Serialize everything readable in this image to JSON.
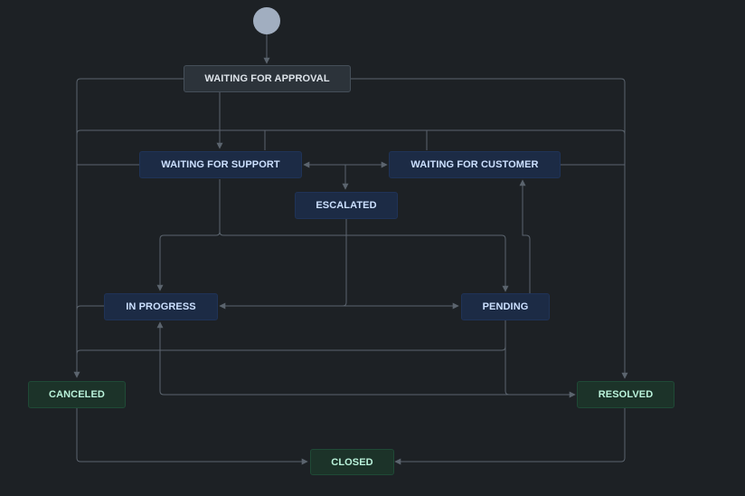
{
  "workflow": {
    "start": {
      "icon": "start-circle",
      "color": "#a1aec0"
    },
    "statuses": {
      "waiting_for_approval": {
        "label": "WAITING FOR APPROVAL",
        "category": "neutral"
      },
      "waiting_for_support": {
        "label": "WAITING FOR SUPPORT",
        "category": "indeterminate"
      },
      "waiting_for_customer": {
        "label": "WAITING FOR CUSTOMER",
        "category": "indeterminate"
      },
      "escalated": {
        "label": "ESCALATED",
        "category": "indeterminate"
      },
      "in_progress": {
        "label": "IN PROGRESS",
        "category": "indeterminate"
      },
      "pending": {
        "label": "PENDING",
        "category": "indeterminate"
      },
      "canceled": {
        "label": "CANCELED",
        "category": "done"
      },
      "resolved": {
        "label": "RESOLVED",
        "category": "done"
      },
      "closed": {
        "label": "CLOSED",
        "category": "done"
      }
    },
    "colors": {
      "background": "#1d2125",
      "neutral": "#2c333a",
      "in_progress_category": "#1c2b45",
      "done_category": "#1c3329",
      "connector": "#5b646e"
    }
  }
}
